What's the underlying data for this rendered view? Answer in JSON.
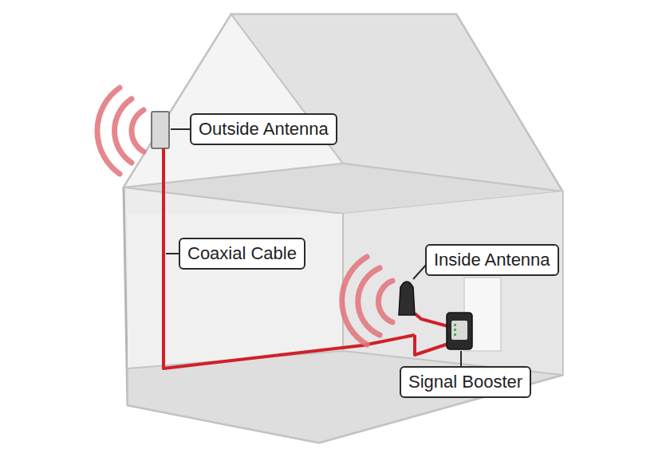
{
  "diagram": {
    "nodes": [
      {
        "text": [
          "Outside Antenna"
        ]
      },
      {
        "text": [
          "Coaxial Cable"
        ]
      },
      {
        "text": [
          "Inside Antenna"
        ]
      },
      {
        "text": [
          "Signal Booster"
        ]
      }
    ]
  }
}
